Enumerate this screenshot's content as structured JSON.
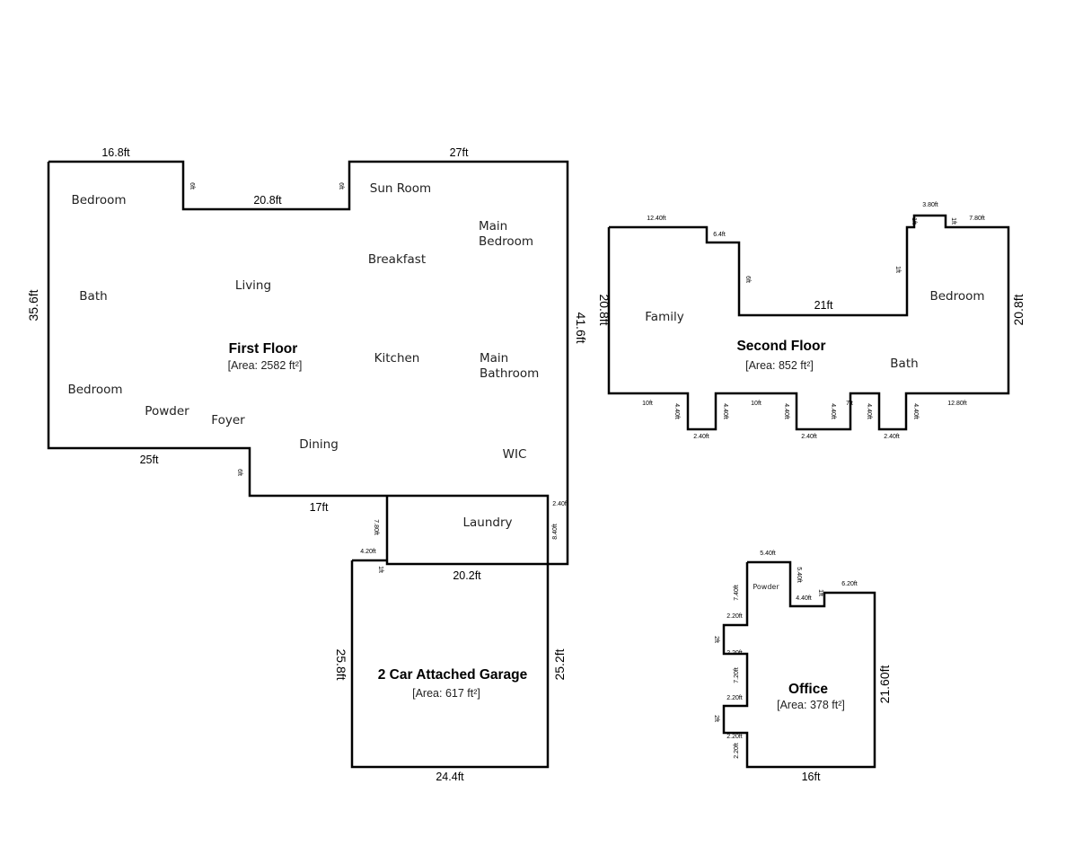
{
  "floors": {
    "first": {
      "title": "First Floor",
      "area": "[Area: 2582 ft²]",
      "rooms": [
        "Bedroom",
        "Sun Room",
        "Main",
        "Bedroom",
        "Breakfast",
        "Living",
        "Bath",
        "Kitchen",
        "Main",
        "Bathroom",
        "Bedroom",
        "Powder",
        "Foyer",
        "Dining",
        "WIC",
        "Laundry"
      ],
      "dims": [
        "16.8ft",
        "27ft",
        "6ft",
        "20.8ft",
        "6ft",
        "35.6ft",
        "41.6ft",
        "25ft",
        "6ft",
        "17ft",
        "7.80ft",
        "4.20ft",
        "1ft",
        "2.40ft",
        "8.40ft"
      ]
    },
    "garage": {
      "title": "2 Car Attached Garage",
      "area": "[Area: 617 ft²]",
      "dims": [
        "20.2ft",
        "25.8ft",
        "25.2ft",
        "24.4ft"
      ]
    },
    "second": {
      "title": "Second Floor",
      "area": "[Area: 852 ft²]",
      "rooms": [
        "Family",
        "Bedroom",
        "Bath"
      ],
      "dims": [
        "12.40ft",
        "6.4ft",
        "6ft",
        "21ft",
        "20.8ft",
        "20.8ft",
        "3.80ft",
        "7.80ft",
        "1ft",
        "1ft",
        "1ft",
        "10ft",
        "4.40ft",
        "4.40ft",
        "2.40ft",
        "10ft",
        "4.40ft",
        "4.40ft",
        "2.40ft",
        "7ft",
        "4.40ft",
        "4.40ft",
        "2.40ft",
        "12.80ft"
      ]
    },
    "office": {
      "title": "Office",
      "area": "[Area: 378 ft²]",
      "rooms": [
        "Powder"
      ],
      "dims": [
        "5.40ft",
        "5.40ft",
        "7.40ft",
        "4.40ft",
        "1ft",
        "6.20ft",
        "21.60ft",
        "2.20ft",
        "2ft",
        "2.20ft",
        "7.20ft",
        "2.20ft",
        "2ft",
        "2.20ft",
        "2.20ft",
        "16ft"
      ]
    }
  }
}
